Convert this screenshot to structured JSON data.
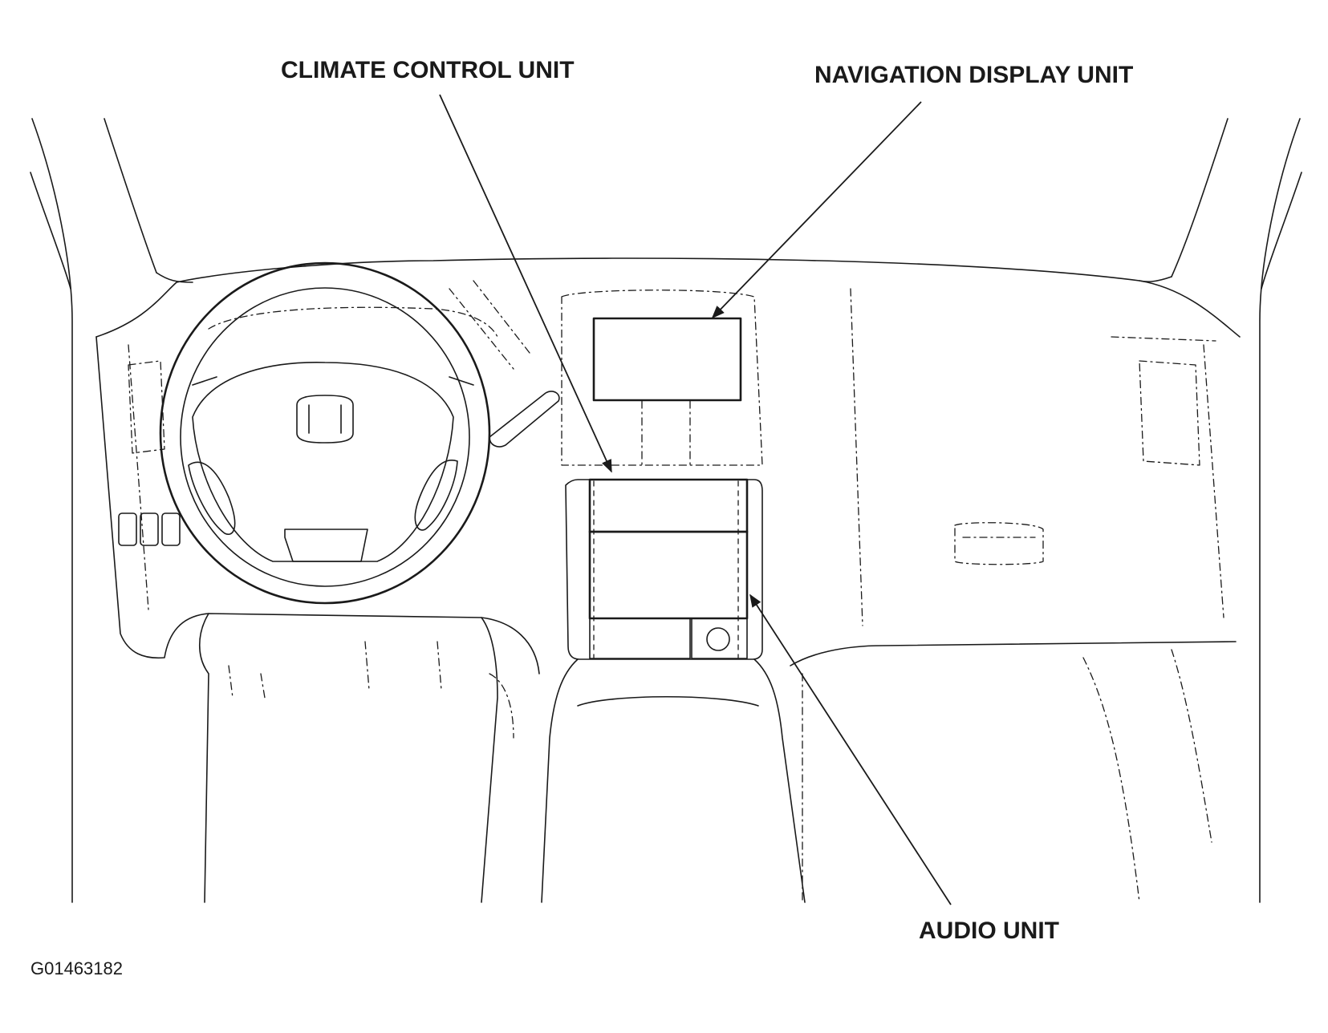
{
  "labels": {
    "climate_control_unit": "CLIMATE CONTROL UNIT",
    "navigation_display_unit": "NAVIGATION DISPLAY UNIT",
    "audio_unit": "AUDIO UNIT"
  },
  "figure_code": "G01463182"
}
